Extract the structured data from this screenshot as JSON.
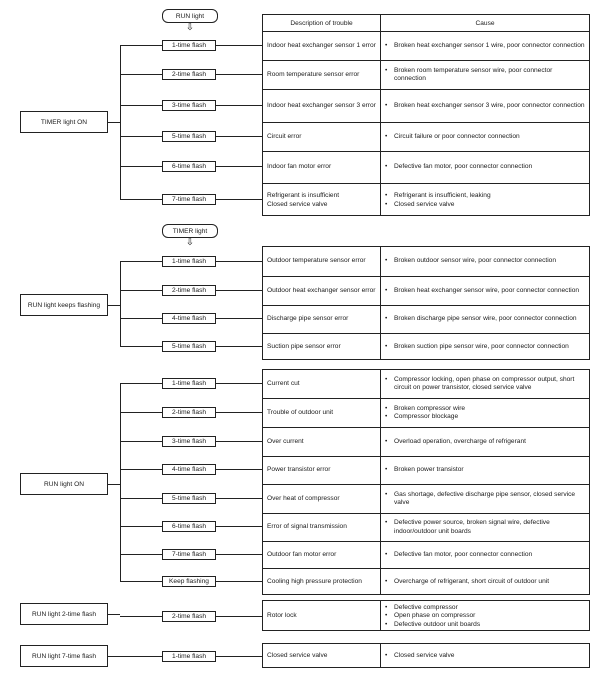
{
  "headers": {
    "description": "Description of trouble",
    "cause": "Cause"
  },
  "sections": [
    {
      "indicator": "RUN light",
      "status": "TIMER light ON",
      "rows": [
        {
          "flash": "1-time flash",
          "description": "Indoor heat exchanger sensor 1 error",
          "causes": [
            "Broken heat exchanger sensor 1 wire, poor connector connection"
          ]
        },
        {
          "flash": "2-time flash",
          "description": "Room temperature sensor error",
          "causes": [
            "Broken room temperature sensor wire, poor connector connection"
          ]
        },
        {
          "flash": "3-time flash",
          "description": "Indoor heat exchanger sensor 3 error",
          "causes": [
            "Broken heat exchanger sensor 3 wire, poor connector connection"
          ]
        },
        {
          "flash": "5-time flash",
          "description": "Circuit error",
          "causes": [
            "Circuit failure or poor connector connection"
          ]
        },
        {
          "flash": "6-time flash",
          "description": "Indoor fan motor error",
          "causes": [
            "Defective fan motor, poor connector connection"
          ]
        },
        {
          "flash": "7-time flash",
          "description": "Refrigerant is insufficient\nClosed service valve",
          "causes": [
            "Refrigerant is insufficient, leaking",
            "Closed service valve"
          ]
        }
      ]
    },
    {
      "indicator": "TIMER light",
      "status": "RUN light keeps flashing",
      "rows": [
        {
          "flash": "1-time flash",
          "description": "Outdoor temperature sensor error",
          "causes": [
            "Broken outdoor sensor wire, poor connector connection"
          ]
        },
        {
          "flash": "2-time flash",
          "description": "Outdoor heat exchanger sensor error",
          "causes": [
            "Broken heat exchanger sensor wire, poor connector connection"
          ]
        },
        {
          "flash": "4-time flash",
          "description": "Discharge pipe sensor error",
          "causes": [
            "Broken discharge pipe sensor wire, poor connector connection"
          ]
        },
        {
          "flash": "5-time flash",
          "description": "Suction pipe sensor error",
          "causes": [
            "Broken suction pipe sensor wire, poor connector connection"
          ]
        }
      ]
    },
    {
      "status": "RUN light ON",
      "rows": [
        {
          "flash": "1-time flash",
          "description": "Current cut",
          "causes": [
            "Compressor locking, open phase on compressor output, short circuit on power transistor, closed service valve"
          ]
        },
        {
          "flash": "2-time flash",
          "description": "Trouble of outdoor unit",
          "causes": [
            "Broken compressor wire",
            "Compressor blockage"
          ]
        },
        {
          "flash": "3-time flash",
          "description": "Over current",
          "causes": [
            "Overload operation, overcharge of refrigerant"
          ]
        },
        {
          "flash": "4-time flash",
          "description": "Power transistor error",
          "causes": [
            "Broken power transistor"
          ]
        },
        {
          "flash": "5-time flash",
          "description": "Over heat of compressor",
          "causes": [
            "Gas shortage, defective discharge pipe sensor, closed service valve"
          ]
        },
        {
          "flash": "6-time flash",
          "description": "Error of signal transmission",
          "causes": [
            "Defective power source, broken signal wire, defective indoor/outdoor unit boards"
          ]
        },
        {
          "flash": "7-time flash",
          "description": "Outdoor fan motor error",
          "causes": [
            "Defective fan motor, poor connector connection"
          ]
        },
        {
          "flash": "Keep flashing",
          "description": "Cooling high pressure protection",
          "causes": [
            "Overcharge of refrigerant, short circuit of outdoor unit"
          ]
        }
      ]
    },
    {
      "status": "RUN light 2-time flash",
      "rows": [
        {
          "flash": "2-time flash",
          "description": "Rotor lock",
          "causes": [
            "Defective compressor",
            "Open phase on compressor",
            "Defective outdoor unit boards"
          ]
        }
      ]
    },
    {
      "status": "RUN light 7-time flash",
      "rows": [
        {
          "flash": "1-time flash",
          "description": "Closed service valve",
          "causes": [
            "Closed service valve"
          ]
        }
      ]
    }
  ]
}
